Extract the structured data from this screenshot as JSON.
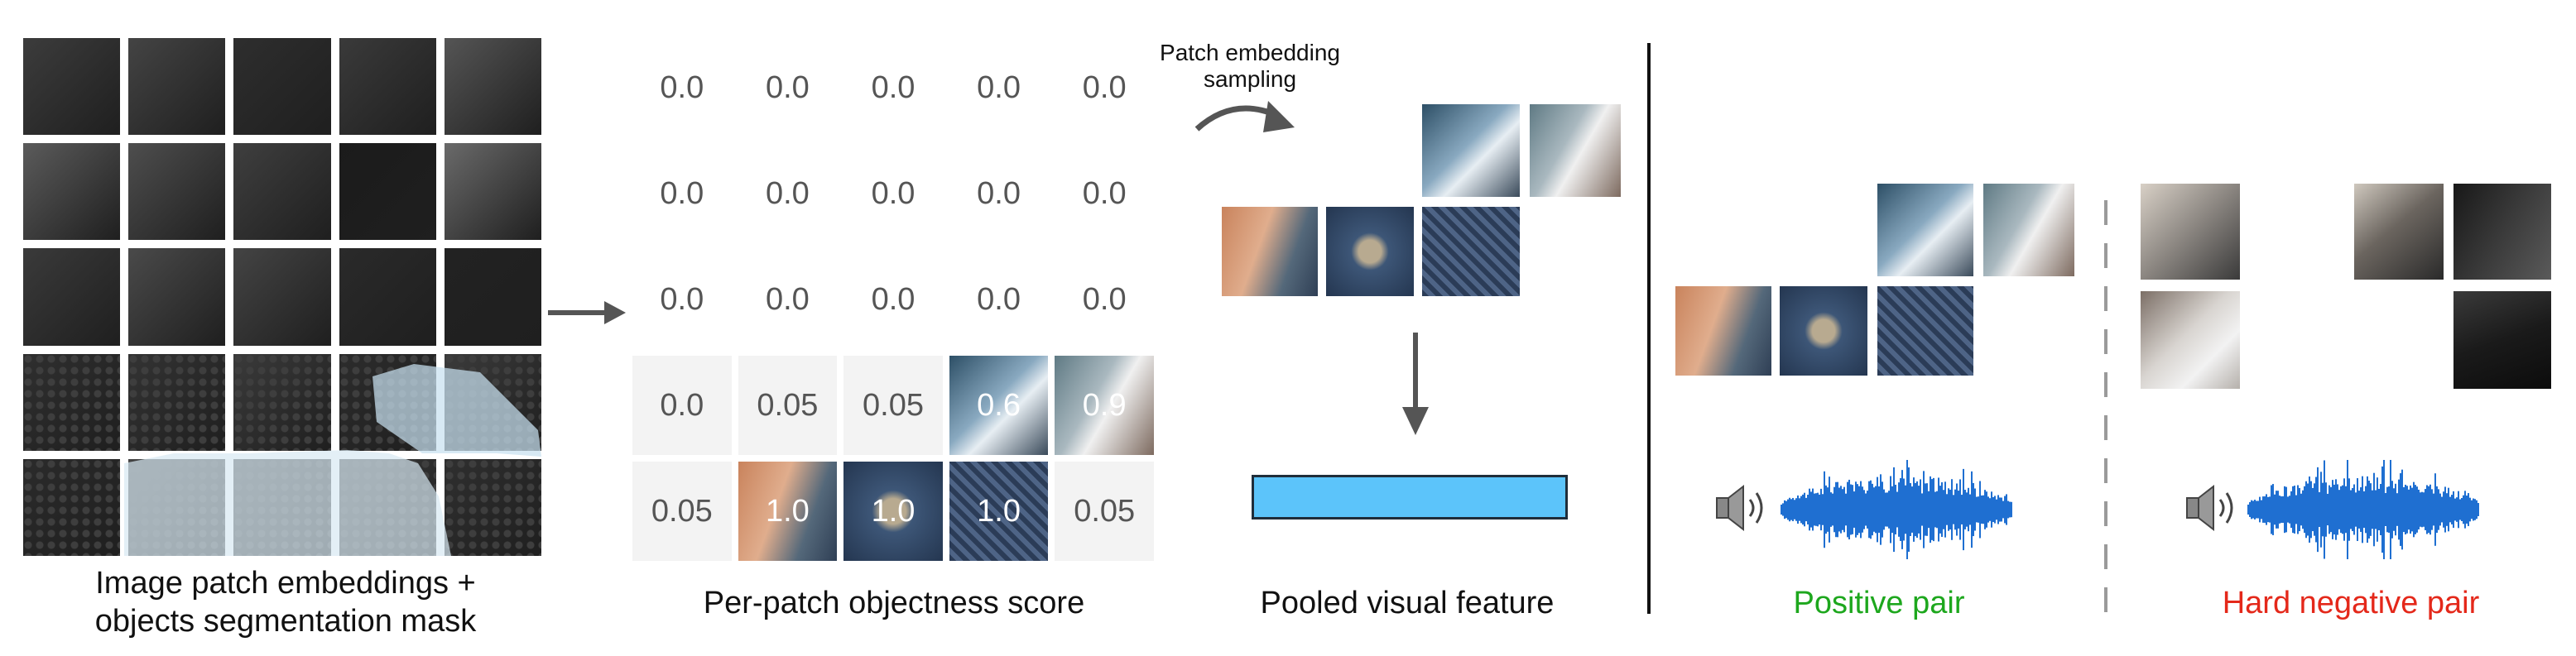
{
  "left_panel": {
    "caption_line1": "Image patch embeddings +",
    "caption_line2": "objects segmentation mask",
    "patch_shades": [
      [
        "#3c3c3c",
        "#444444",
        "#2e2e2e",
        "#3a3a3a",
        "#555555"
      ],
      [
        "#5b5b5b",
        "#4e4e4e",
        "#3f3f3f",
        "#1b1b1b",
        "#6a6a6a"
      ],
      [
        "#3a3a3a",
        "#4a4a4a",
        "#444444",
        "#2a2a2a",
        "#222222"
      ],
      [
        "#2f2f2f",
        "#333333",
        "#3a3a3a",
        "#2c2c2c",
        "#3b3b3b"
      ],
      [
        "#2b2b2b",
        "#444444",
        "#3a3a3a",
        "#3a3a3a",
        "#2f2f2f"
      ]
    ]
  },
  "score_panel": {
    "caption": "Per-patch objectness score",
    "rows": [
      [
        "0.0",
        "0.0",
        "0.0",
        "0.0",
        "0.0"
      ],
      [
        "0.0",
        "0.0",
        "0.0",
        "0.0",
        "0.0"
      ],
      [
        "0.0",
        "0.0",
        "0.0",
        "0.0",
        "0.0"
      ],
      [
        "0.0",
        "0.05",
        "0.05",
        "0.6",
        "0.9"
      ],
      [
        "0.05",
        "1.0",
        "1.0",
        "1.0",
        "0.05"
      ]
    ]
  },
  "sampling": {
    "label_line1": "Patch embedding",
    "label_line2": "sampling"
  },
  "pooled": {
    "caption": "Pooled visual feature",
    "bar_color": "#5cc4fa"
  },
  "pairs": {
    "positive_label": "Positive pair",
    "positive_color": "#1da71d",
    "negative_label": "Hard negative pair",
    "negative_color": "#e4281a",
    "waveform_color": "#1f6fd1"
  }
}
